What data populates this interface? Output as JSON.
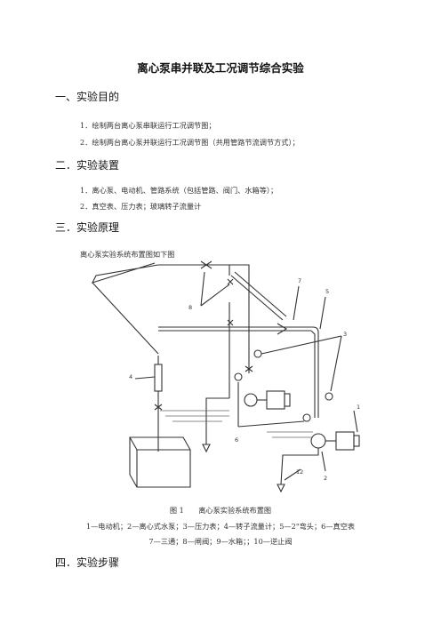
{
  "title": "离心泵串并联及工况调节综合实验",
  "sections": [
    {
      "heading": "一、实验目的",
      "items": [
        "1．绘制两台离心泵串联运行工况调节图；",
        "2．绘制两台离心泵并联运行工况调节图（共用管路节流调节方式）；"
      ]
    },
    {
      "heading": "二．实验装置",
      "items": [
        "1．离心泵、电动机、管路系统（包括管路、阀门、水箱等）；",
        "2．真空表、压力表；玻璃转子流量计"
      ]
    },
    {
      "heading": "三．实验原理",
      "intro": "离心泵实验系统布置图如下图"
    },
    {
      "heading": "四．实验步骤"
    }
  ],
  "figure": {
    "caption": "图 1　　离心泵实验系统布置图",
    "legend_line1": "1—电动机；2—离心式水泵；3—压力表；4—转子流量计；5—2\"弯头；6—真空表",
    "legend_line2": "7—三通；8—闸阀；9—水箱；；10—逆止阀",
    "labels": [
      "1",
      "2",
      "3",
      "4",
      "5",
      "6",
      "7",
      "8",
      "12"
    ]
  }
}
